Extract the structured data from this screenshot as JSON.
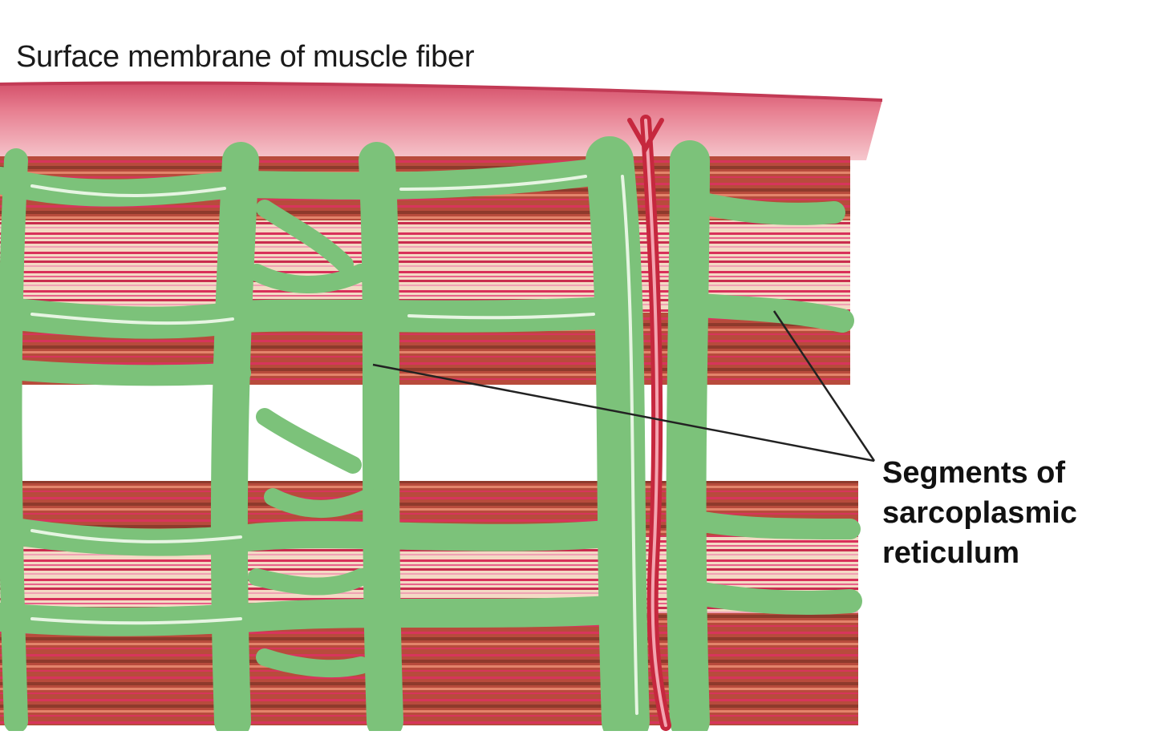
{
  "labels": {
    "surface_membrane": "Surface membrane of muscle fiber",
    "segments_line1": "Segments of",
    "segments_line2": "sarcoplasmic",
    "segments_line3": "reticulum"
  },
  "colors": {
    "membrane": "#e06a80",
    "membrane_light": "#f3b9c1",
    "myofibril_brown": "#b24a3a",
    "myofibril_pink": "#d8345e",
    "myofibril_cream": "#f7e0c2",
    "reticulum_green": "#7cc27a",
    "reticulum_dark": "#3d8a43",
    "tubule_red": "#c6283e"
  }
}
